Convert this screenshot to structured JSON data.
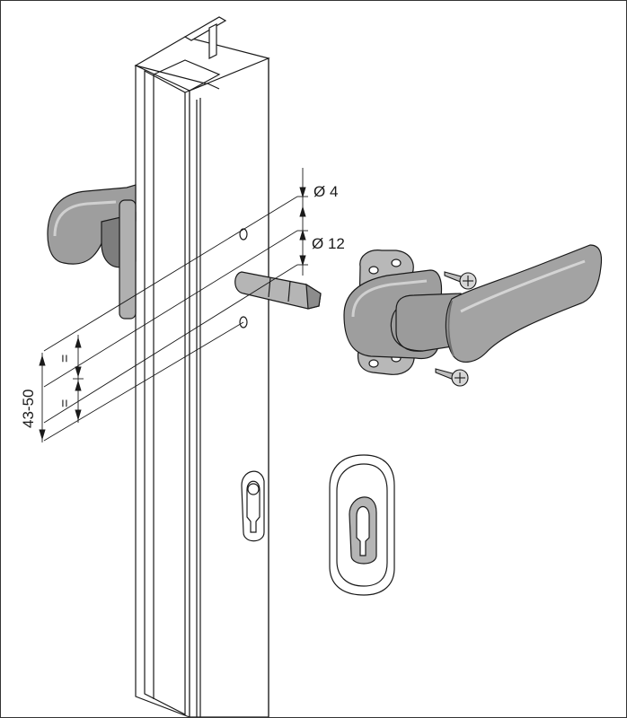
{
  "dimensions": {
    "hole_small": "Ø 4",
    "hole_large": "Ø 12",
    "equal_mark_upper": "=",
    "equal_mark_lower": "=",
    "distance_range": "43-50"
  },
  "colors": {
    "line": "#1a1a1a",
    "profile_fill": "#ffffff",
    "handle_fill": "#9e9e9e",
    "handle_dark": "#7d7d7d",
    "spindle_fill": "#b5b5b5",
    "background": "#ffffff"
  }
}
